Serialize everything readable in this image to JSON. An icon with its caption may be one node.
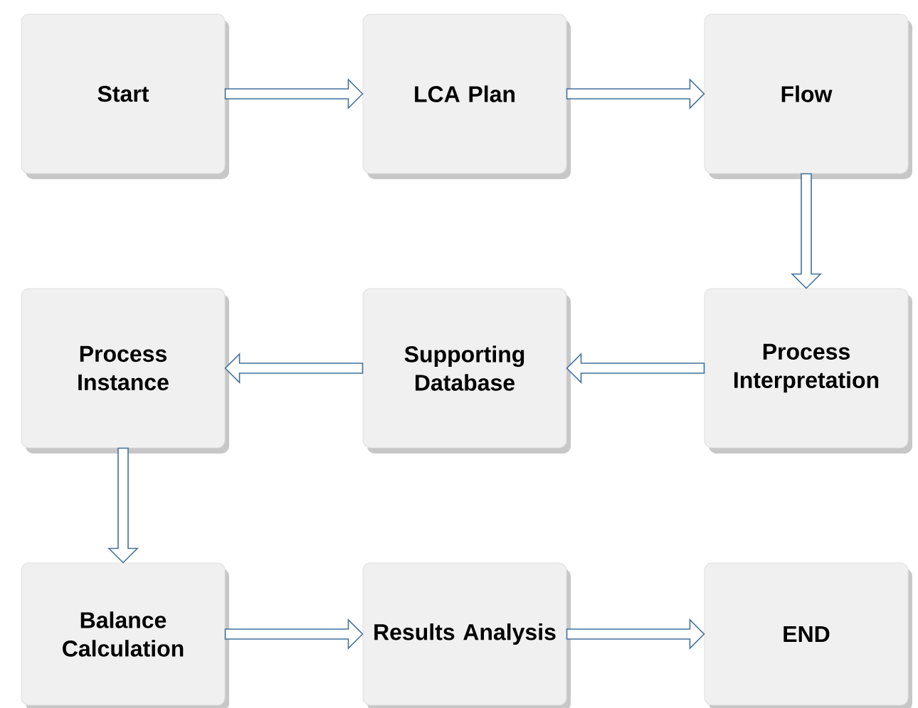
{
  "diagram": {
    "nodes": [
      {
        "text": [
          "Start"
        ]
      },
      {
        "text": [
          "LCA Plan"
        ]
      },
      {
        "text": [
          "Flow"
        ]
      },
      {
        "text": [
          "Process Instance"
        ]
      },
      {
        "text": [
          "Supporting Database"
        ]
      },
      {
        "text": [
          "Process Interpretation"
        ]
      },
      {
        "text": [
          "Balance Calculation"
        ]
      },
      {
        "text": [
          "Results Analysis"
        ]
      },
      {
        "text": [
          "END"
        ]
      }
    ],
    "edges": [
      {
        "from": 0,
        "to": 1,
        "arrow": "to"
      },
      {
        "from": 1,
        "to": 2,
        "arrow": "to"
      },
      {
        "from": 2,
        "to": 5,
        "arrow": "to"
      },
      {
        "from": 5,
        "to": 4,
        "arrow": "to"
      },
      {
        "from": 4,
        "to": 3,
        "arrow": "to"
      },
      {
        "from": 3,
        "to": 6,
        "arrow": "to"
      },
      {
        "from": 6,
        "to": 7,
        "arrow": "to"
      },
      {
        "from": 7,
        "to": 8,
        "arrow": "to"
      }
    ]
  }
}
